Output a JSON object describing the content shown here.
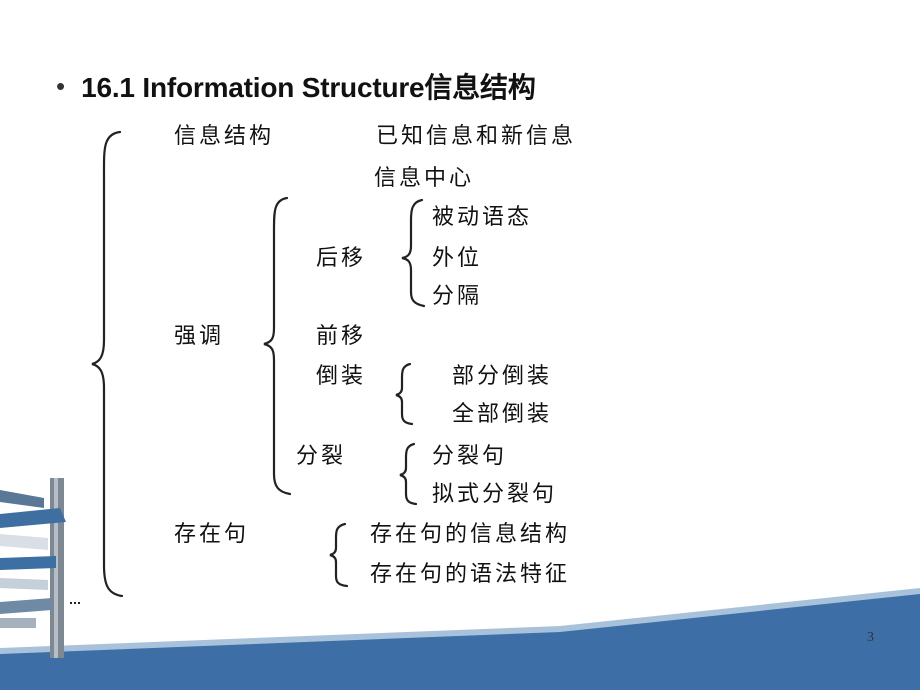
{
  "slide": {
    "bullet": "•",
    "title": "16.1 Information Structure信息结构",
    "page_number": "3"
  },
  "tree": {
    "xinxi_jiegou": "信息结构",
    "yizhi_xinxi": "已知信息和新信息",
    "xinxi_zhongxin": "信息中心",
    "qiangdiao": "强调",
    "houyi": "后移",
    "beidong_yutai": "被动语态",
    "waiwei": "外位",
    "fenge": "分隔",
    "qianyi": "前移",
    "daozhuang": "倒装",
    "bufen_daozhuang": "部分倒装",
    "quanbu_daozhuang": "全部倒装",
    "fenlie": "分裂",
    "fenlie_ju": "分裂句",
    "nishi_fenlie_ju": "拟式分裂句",
    "cunzai_ju": "存在句",
    "cunzai_xinxi": "存在句的信息结构",
    "cunzai_yufa": "存在句的语法特征"
  },
  "colors": {
    "band_blue": "#3d6fa6",
    "band_light": "#a9c2dc",
    "text": "#111111"
  }
}
